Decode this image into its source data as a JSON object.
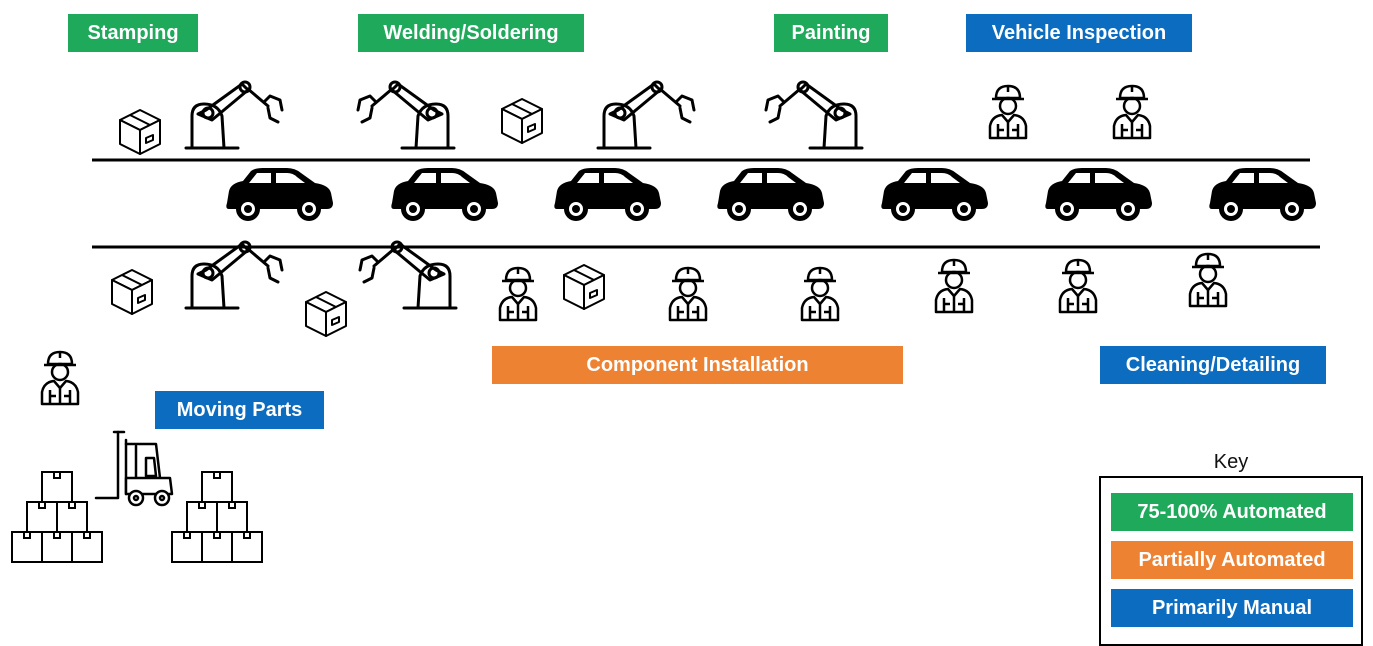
{
  "stages": {
    "stamping": "Stamping",
    "welding": "Welding/Soldering",
    "painting": "Painting",
    "vehicle_inspection": "Vehicle Inspection",
    "component_installation": "Component Installation",
    "cleaning": "Cleaning/Detailing",
    "moving_parts": "Moving Parts"
  },
  "key": {
    "title": "Key",
    "items": [
      {
        "label": "75-100% Automated",
        "color": "#1fa95b"
      },
      {
        "label": "Partially Automated",
        "color": "#ee8233"
      },
      {
        "label": "Primarily Manual",
        "color": "#0b6cc0"
      }
    ]
  },
  "icons": [
    "robot-arm-icon",
    "worker-icon",
    "box-icon",
    "car-icon",
    "forklift-icon"
  ],
  "colors": {
    "automated": "#1fa95b",
    "partial": "#ee8233",
    "manual": "#0b6cc0",
    "line": "#000000"
  }
}
